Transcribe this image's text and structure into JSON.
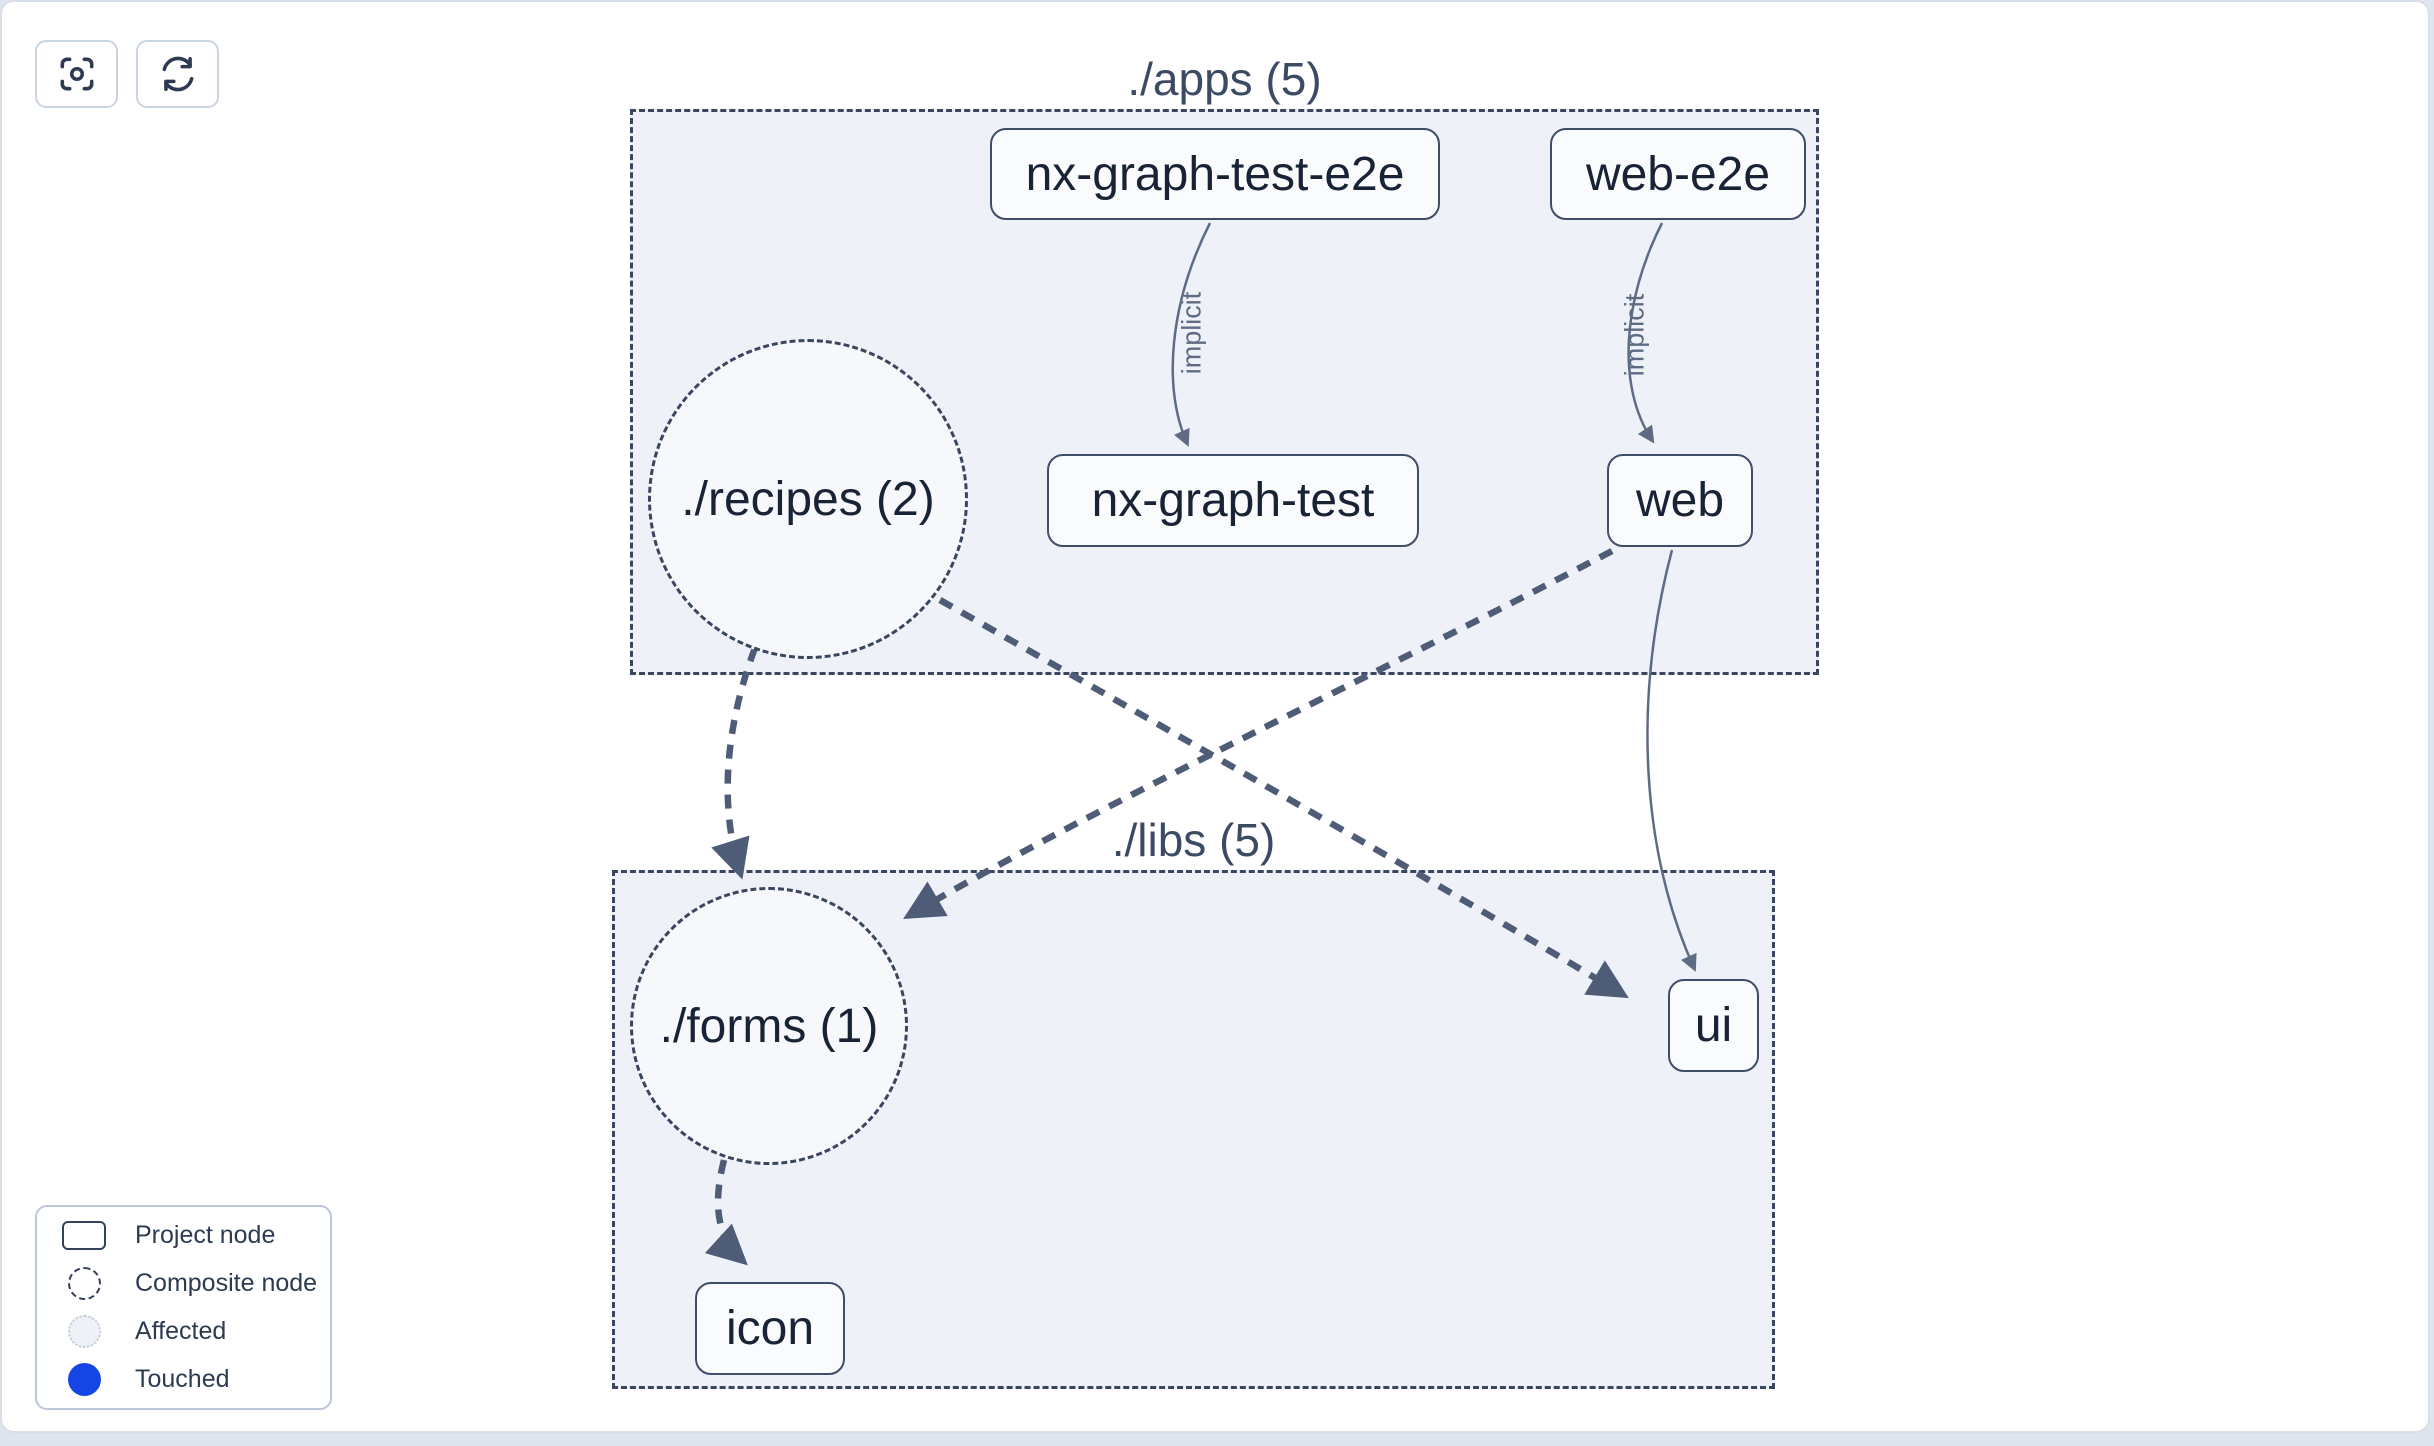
{
  "toolbar": {
    "buttons": [
      {
        "id": "focus",
        "icon": "focus-target-icon"
      },
      {
        "id": "refresh",
        "icon": "refresh-icon"
      }
    ]
  },
  "graph": {
    "groups": [
      {
        "id": "apps",
        "label": "./apps (5)"
      },
      {
        "id": "libs",
        "label": "./libs (5)"
      }
    ],
    "nodes": [
      {
        "id": "nx-graph-test-e2e",
        "label": "nx-graph-test-e2e",
        "type": "project",
        "group": "apps"
      },
      {
        "id": "web-e2e",
        "label": "web-e2e",
        "type": "project",
        "group": "apps"
      },
      {
        "id": "recipes",
        "label": "./recipes (2)",
        "type": "composite",
        "group": "apps"
      },
      {
        "id": "nx-graph-test",
        "label": "nx-graph-test",
        "type": "project",
        "group": "apps"
      },
      {
        "id": "web",
        "label": "web",
        "type": "project",
        "group": "apps"
      },
      {
        "id": "forms",
        "label": "./forms (1)",
        "type": "composite",
        "group": "libs"
      },
      {
        "id": "ui",
        "label": "ui",
        "type": "project",
        "group": "libs"
      },
      {
        "id": "icon",
        "label": "icon",
        "type": "project",
        "group": "libs"
      }
    ],
    "edges": [
      {
        "from": "nx-graph-test-e2e",
        "to": "nx-graph-test",
        "label": "implicit",
        "kind": "implicit"
      },
      {
        "from": "web-e2e",
        "to": "web",
        "label": "implicit",
        "kind": "implicit"
      },
      {
        "from": "web",
        "to": "ui",
        "label": "",
        "kind": "static"
      },
      {
        "from": "recipes",
        "to": "forms",
        "label": "",
        "kind": "composite"
      },
      {
        "from": "recipes",
        "to": "ui",
        "label": "",
        "kind": "composite"
      },
      {
        "from": "web",
        "to": "forms",
        "label": "",
        "kind": "composite"
      },
      {
        "from": "forms",
        "to": "icon",
        "label": "",
        "kind": "composite"
      }
    ]
  },
  "legend": {
    "items": [
      {
        "icon": "project-node-swatch",
        "label": "Project node"
      },
      {
        "icon": "composite-node-swatch",
        "label": "Composite node"
      },
      {
        "icon": "affected-swatch",
        "label": "Affected"
      },
      {
        "icon": "touched-swatch",
        "label": "Touched"
      }
    ]
  },
  "colors": {
    "touched_blue": "#1546e5",
    "affected_fill": "#eef1f6",
    "edge_dark": "#4e5c77",
    "edge_light": "#5e6b85",
    "node_border": "#3f4d68",
    "group_fill": "#eef1f7",
    "group_border": "#3a4660"
  }
}
